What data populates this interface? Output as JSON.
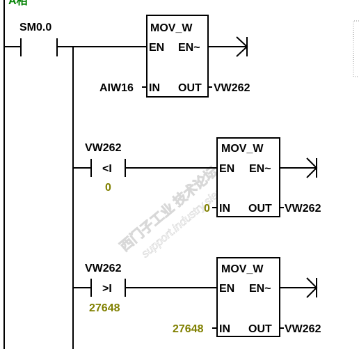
{
  "network_title": "A相",
  "rungs": [
    {
      "contact_address": "SM0.0",
      "box": {
        "title": "MOV_W",
        "en": "EN",
        "eno": "EN~",
        "in_label": "IN",
        "out_label": "OUT",
        "in_value": "AIW16",
        "out_value": "VW262"
      }
    },
    {
      "contact_address": "VW262",
      "contact_op": "<I",
      "contact_operand": "0",
      "box": {
        "title": "MOV_W",
        "en": "EN",
        "eno": "EN~",
        "in_label": "IN",
        "out_label": "OUT",
        "in_value": "0",
        "out_value": "VW262"
      }
    },
    {
      "contact_address": "VW262",
      "contact_op": ">I",
      "contact_operand": "27648",
      "box": {
        "title": "MOV_W",
        "en": "EN",
        "eno": "EN~",
        "in_label": "IN",
        "out_label": "OUT",
        "in_value": "27648",
        "out_value": "VW262"
      }
    }
  ],
  "watermark": {
    "text_cn": "西门子工业 技术论坛",
    "text_en": "support.industry.siemens"
  },
  "colors": {
    "operand": "#808000",
    "ink": "#000000",
    "title": "#008000"
  }
}
